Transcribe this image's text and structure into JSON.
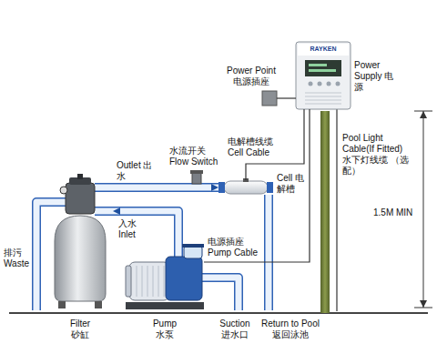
{
  "diagram": {
    "nodes": [
      {
        "text": [
          "Power Point 电源插座"
        ]
      },
      {
        "text": [
          "RAYKEN",
          "Power Supply 电源"
        ]
      },
      {
        "text": [
          "Cell 电解槽"
        ]
      },
      {
        "text": [
          "Filter 砂缸"
        ]
      },
      {
        "text": [
          "Pump 水泵"
        ]
      }
    ],
    "edges": [
      {
        "from": 1,
        "to": 0,
        "arrow": "none"
      },
      {
        "from": 1,
        "to": 2,
        "label": "电解槽线缆 Cell Cable",
        "arrow": "none"
      },
      {
        "from": 1,
        "to": 4,
        "label": "电源插座 Pump Cable",
        "arrow": "none"
      },
      {
        "from": 3,
        "to": 2,
        "arrow": "to"
      },
      {
        "from": 4,
        "to": 3,
        "arrow": "to"
      }
    ],
    "labels": [
      "入水 Inlet",
      "水流开关 Flow Switch",
      "Outlet 出水",
      "排污 Waste",
      "Suction 进水口",
      "Return to Pool 返回泳池",
      "Pool Light Cable(If Fitted) 水下灯线缆 （选配）",
      "1.5M MIN"
    ]
  }
}
